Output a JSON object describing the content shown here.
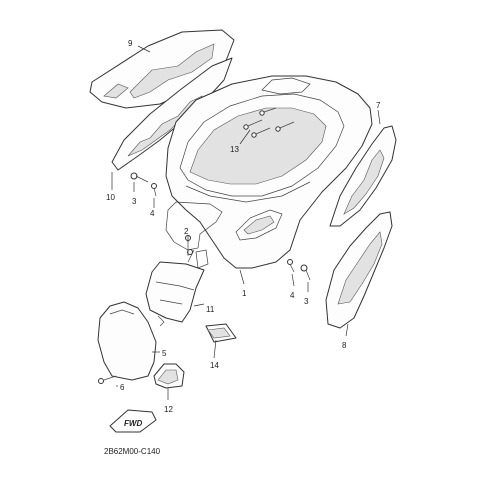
{
  "diagram": {
    "reference_code": "2B62M00-C140",
    "fwd_label": "FWD",
    "callouts": [
      "9",
      "7",
      "13",
      "10",
      "3",
      "4",
      "2",
      "1",
      "4",
      "3",
      "11",
      "8",
      "5",
      "14",
      "6",
      "12"
    ]
  }
}
